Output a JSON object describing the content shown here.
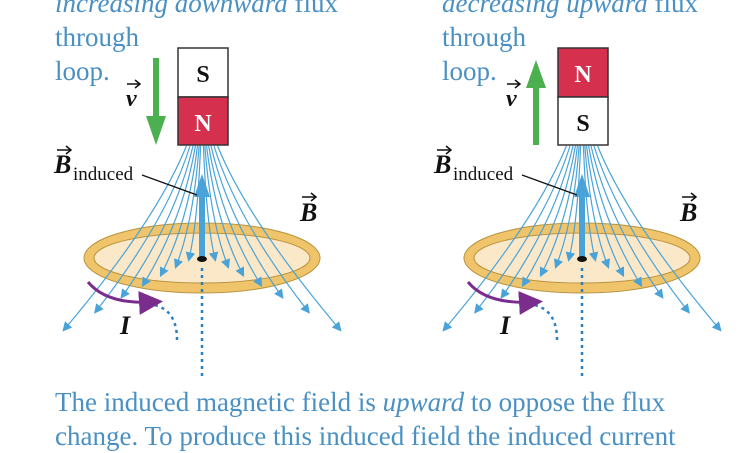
{
  "left_panel": {
    "caption_italic": "increasing downward",
    "caption_rest": " flux",
    "caption_line2": "through",
    "caption_line3": "loop.",
    "magnet_top": "S",
    "magnet_bottom": "N",
    "velocity_label": "v",
    "b_induced_label": "B",
    "b_induced_sub": "induced",
    "b_label": "B",
    "current_label": "I",
    "velocity_direction": "down"
  },
  "right_panel": {
    "caption_italic": "decreasing upward",
    "caption_rest": " flux",
    "caption_line2": "through",
    "caption_line3": "loop.",
    "magnet_top": "N",
    "magnet_bottom": "S",
    "velocity_label": "v",
    "b_induced_label": "B",
    "b_induced_sub": "induced",
    "b_label": "B",
    "current_label": "I",
    "velocity_direction": "up"
  },
  "footer": {
    "line1_a": "The induced magnetic field is ",
    "line1_italic": "upward",
    "line1_b": " to oppose the flux",
    "line2": "change. To produce this induced field the induced current"
  },
  "colors": {
    "text_blue": "#4a90c2",
    "field_line": "#4aa3d8",
    "magnet_red": "#d6304f",
    "velocity_green": "#4caf50",
    "loop_gold": "#efc46a",
    "current_purple": "#7b2d8e"
  }
}
